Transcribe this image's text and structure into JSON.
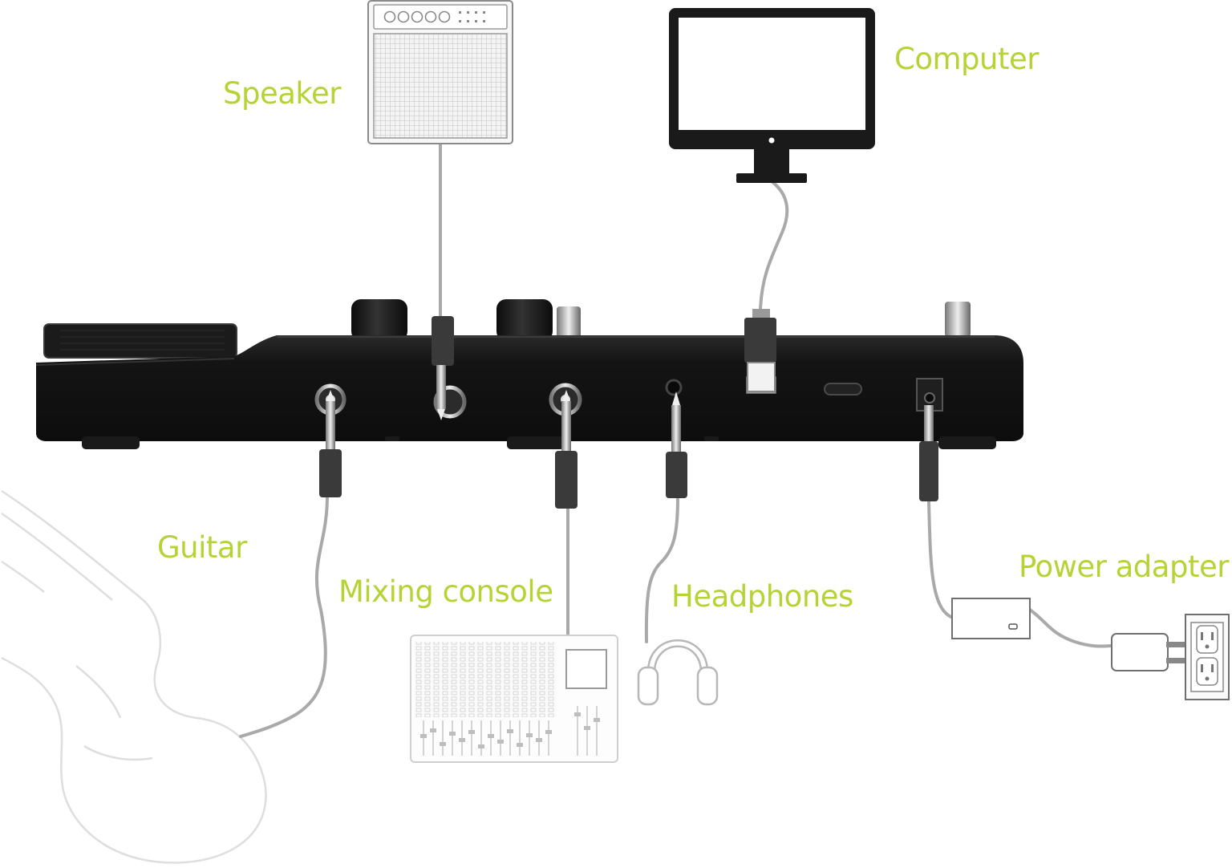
{
  "labels": {
    "speaker": "Speaker",
    "computer": "Computer",
    "guitar": "Guitar",
    "mixing_console": "Mixing console",
    "headphones": "Headphones",
    "power_adapter": "Power adapter"
  },
  "colors": {
    "label": "#b5d334",
    "device_body": "#161616",
    "device_edge": "#2c2c2c",
    "cable": "#a9a9a9",
    "plug": "#3a3a3a",
    "outline": "#8a8a8a",
    "sketch": "#d7d7d7"
  }
}
